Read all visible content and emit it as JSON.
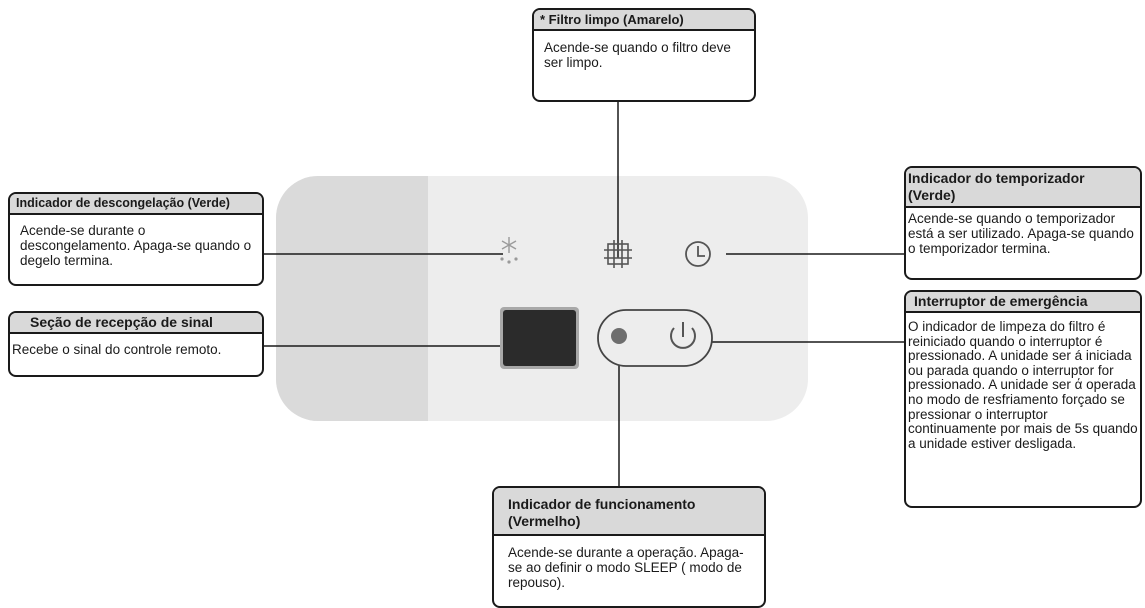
{
  "callouts": {
    "filter": {
      "title": "* Filtro limpo (Amarelo)",
      "body": "Acende-se quando o filtro deve ser limpo."
    },
    "defrost": {
      "title": "Indicador de descongelação (Verde)",
      "body": "Acende-se durante o descongelamento. Apaga-se quando o degelo termina."
    },
    "timer": {
      "title": "Indicador do temporizador (Verde)",
      "body": "Acende-se quando o temporizador está a ser utilizado. Apaga-se quando o temporizador termina."
    },
    "signal": {
      "title": "Seção de recepção de sinal",
      "body": "Recebe o sinal do controle remoto."
    },
    "emergency": {
      "title": "Interruptor de emergência",
      "body": "O indicador de limpeza do filtro é reiniciado quando o interruptor é pressionado. A unidade ser á iniciada ou parada quando o interruptor for pressionado. A unidade ser ά operada no modo de resfriamento forçado se pressionar o interruptor continuamente por mais de 5s quando a unidade estiver desligada."
    },
    "running": {
      "title": "Indicador de funcionamento (Vermelho)",
      "body": "Acende-se durante a operação. Apaga-se ao definir o modo SLEEP ( modo de repouso)."
    }
  },
  "icons": {
    "defrost": "snowflake-with-drops-icon",
    "filter": "grid-filter-icon",
    "timer": "clock-icon",
    "led": "run-led-icon",
    "power": "power-icon"
  },
  "colors": {
    "panel": "#ededed",
    "panel_left": "#dadada",
    "header": "#d9d9d9",
    "receiver": "#2b2b2b",
    "led": "#6e6e6e"
  }
}
